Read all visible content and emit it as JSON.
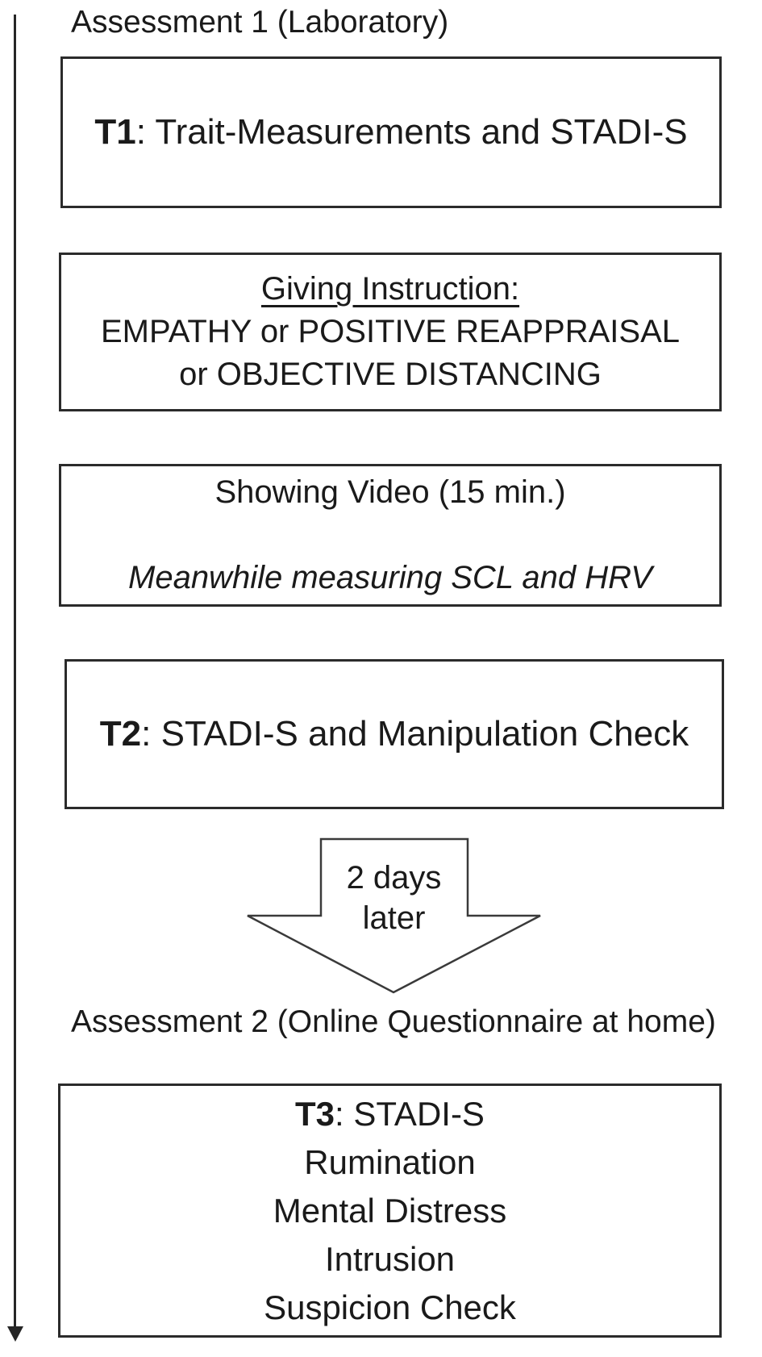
{
  "diagram": {
    "assessment1_heading": "Assessment 1 (Laboratory)",
    "assessment2_heading": "Assessment 2 (Online Questionnaire at home)",
    "box_t1": {
      "label_bold": "T1",
      "label_rest": ": Trait-Measurements and STADI-S"
    },
    "box_instruction": {
      "title": "Giving Instruction:",
      "line2": "EMPATHY or POSITIVE REAPPRAISAL",
      "line3": "or OBJECTIVE DISTANCING"
    },
    "box_video": {
      "line1": "Showing Video (15 min.)",
      "line2": "Meanwhile measuring SCL and HRV"
    },
    "box_t2": {
      "label_bold": "T2",
      "label_rest": ": STADI-S and Manipulation Check"
    },
    "transition_arrow": {
      "line1": "2 days",
      "line2": "later"
    },
    "box_t3": {
      "label_bold": "T3",
      "label_rest": ": STADI-S",
      "items": [
        "Rumination",
        "Mental Distress",
        "Intrusion",
        "Suspicion Check"
      ]
    },
    "colors": {
      "background": "#ffffff",
      "text": "#1a1a1a",
      "border": "#2b2b2b"
    }
  }
}
